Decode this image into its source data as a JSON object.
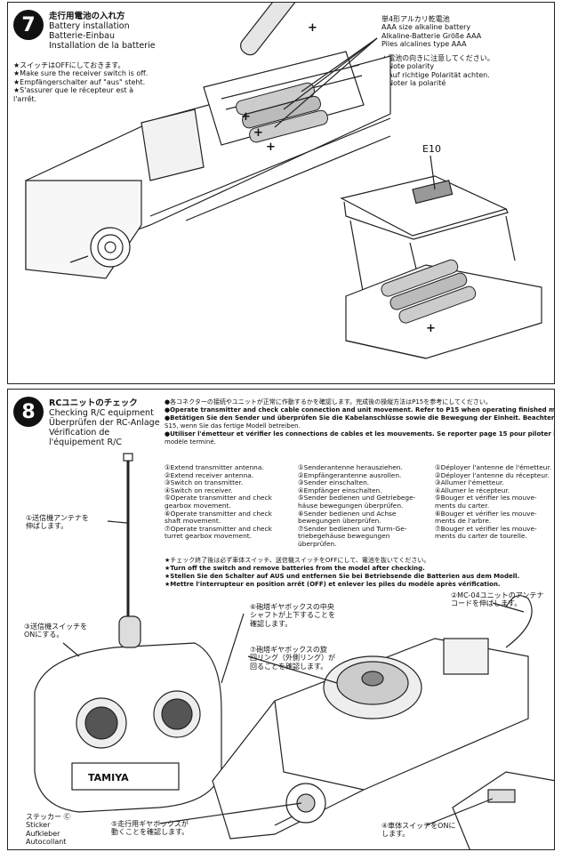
{
  "step7": {
    "number": "7",
    "title_lines": [
      "走行用電池の入れ方",
      "Battery installation",
      "Batterie-Einbau",
      "Installation de la batterie"
    ],
    "switch_note_lines": [
      "★スイッチはOFFにしておきます。",
      "★Make sure the receiver switch is off.",
      "★Empfängerschalter auf \"aus\" steht.",
      "★S'assurer que le récepteur est à",
      "l'arrêt."
    ],
    "battery_lines": [
      "単4形アルカリ乾電池",
      "AAA size alkaline battery",
      "Alkaline-Batterie Größe AAA",
      "Piles alcalines type AAA"
    ],
    "polarity_lines": [
      "★電池の向きに注意してください。",
      "★Note polarity",
      "★Auf richtige Polarität achten.",
      "★Noter la polarité"
    ],
    "part_label": "E10",
    "plus_sign": "+"
  },
  "step8": {
    "number": "8",
    "title_lines": [
      "RCユニットのチェック",
      "Checking R/C equipment",
      "Überprüfen der RC-Anlage",
      "Vérification de",
      "l'équipement R/C"
    ],
    "intro_lines": [
      "●各コネクターの接続やユニットが正常に作動するかを確認します。完成後の操縦方法はP15を参考にしてください。",
      "●Operate transmitter and check cable connection and unit movement. Refer to P15 when operating finished model.",
      "●Betätigen Sie den Sender und überprüfen Sie die Kabelanschlüsse sowie die Bewegung der Einheit. Beachten Sie",
      "S15, wenn Sie das fertige Modell betreiben.",
      "●Utiliser l'émetteur et vérifier les connections de cables et les mouvements. Se reporter page 15 pour piloter le",
      "modèle terminé."
    ],
    "steps_en": [
      "①Extend transmitter antenna.",
      "②Extend receiver antenna.",
      "③Switch on transmitter.",
      "④Switch on receiver.",
      "⑤Operate transmitter and check",
      "gearbox movement.",
      "⑥Operate transmitter and check",
      "shaft movement.",
      "⑦Operate transmitter and check",
      "turret gearbox movement."
    ],
    "steps_de": [
      "①Senderantenne herausziehen.",
      "②Empfängerantenne ausrollen.",
      "③Sender einschalten.",
      "④Empfänger einschalten.",
      "⑤Sender bedienen und Getriebege-",
      "häuse bewegungen überprüfen.",
      "⑥Sender bedienen und Achse",
      "bewegungen überprüfen.",
      "⑦Sender bedienen und Turm-Ge-",
      "triebegehäuse bewegungen",
      "überprüfen."
    ],
    "steps_fr": [
      "①Déployer l'antenne de l'émetteur.",
      "②Déployer l'antenne du récepteur.",
      "③Allumer l'émetteur.",
      "④Allumer le récepteur.",
      "⑤Bouger et vérifier les mouve-",
      "ments du carter.",
      "⑥Bouger et vérifier les mouve-",
      "ments de l'arbre.",
      "⑦Bouger et vérifier les mouve-",
      "ments du carter de tourelle."
    ],
    "check_lines": [
      "★チェック終了後は必ず車体スイッチ、送信機スイッチをOFFにして、電池を抜いてください。",
      "★Turn off the switch and remove batteries from the model after checking.",
      "★Stellen Sie den Schalter auf AUS und entfernen Sie bei Betriebsende die Batterien aus dem Modell.",
      "★Mettre l'interrupteur en position arrêt (OFF) et enlever les piles du modèle après vérification."
    ],
    "ann_antenna": [
      "①送信機アンテナを",
      "伸ばします。"
    ],
    "ann_tx_switch": [
      "③送信機スイッチを",
      "ONにする。"
    ],
    "ann_shaft": [
      "⑥砲塔ギヤボックスの中央",
      "シャフトが上下することを",
      "確認します。"
    ],
    "ann_turret": [
      "⑦砲塔ギヤボックスの旋",
      "回リング（外側リング）が",
      "回ることを確認します。"
    ],
    "ann_mc04": [
      "②MC-04ユニットのアンテナ",
      "コードを伸ばします。"
    ],
    "ann_gearbox": [
      "⑤走行用ギヤボックスが",
      "動くことを確認します。"
    ],
    "ann_body_switch": [
      "④車体スイッチをONに",
      "します。"
    ],
    "sticker_lines": [
      "ステッカー Ⓒ",
      "Sticker",
      "Aufkleber",
      "Autocollant"
    ],
    "brand": "TAMIYA"
  }
}
